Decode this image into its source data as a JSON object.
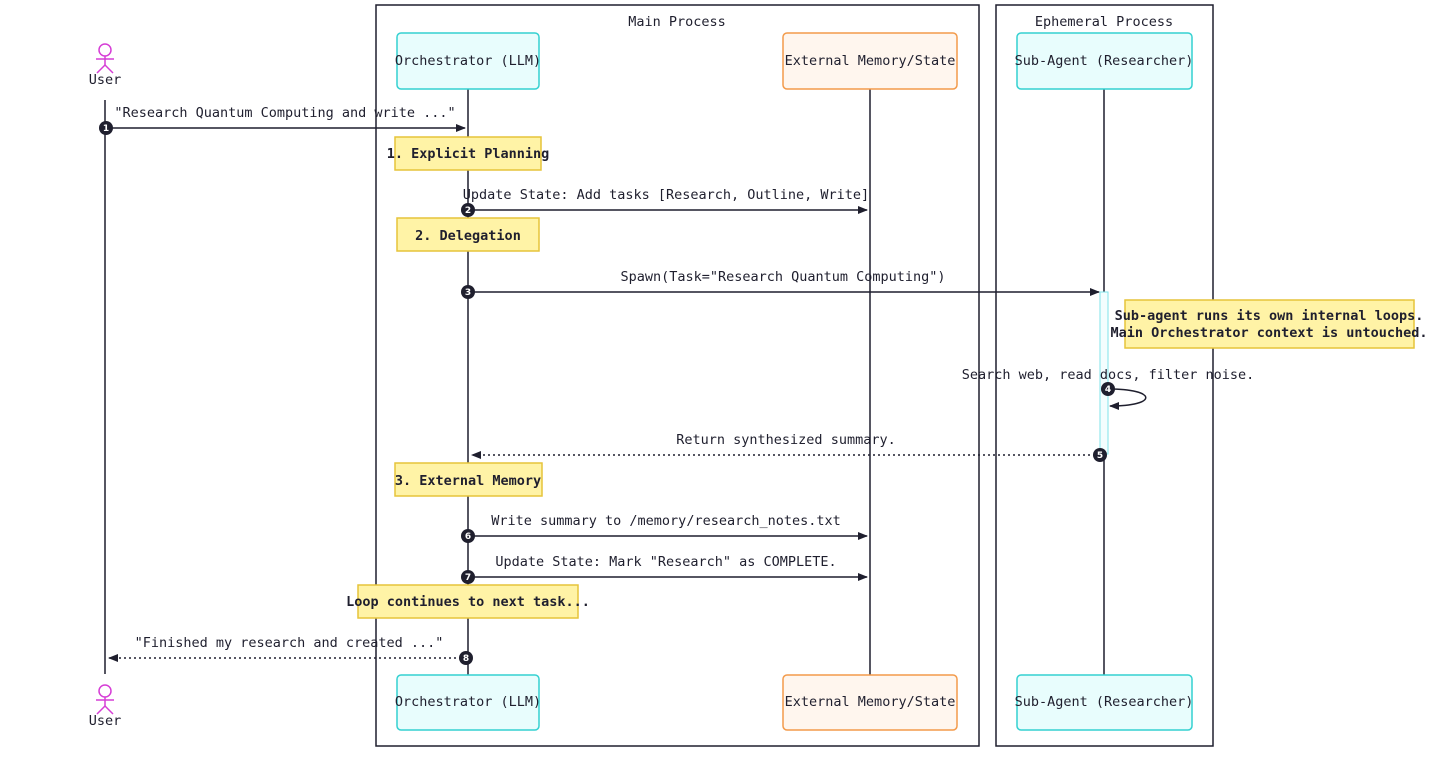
{
  "groups": {
    "main": "Main Process",
    "ephemeral": "Ephemeral Process"
  },
  "participants": {
    "user": "User",
    "orchestrator": "Orchestrator (LLM)",
    "memory": "External Memory/State",
    "subagent": "Sub-Agent (Researcher)"
  },
  "messages": [
    {
      "num": "1",
      "text": "\"Research Quantum Computing and write ...\""
    },
    {
      "num": "2",
      "text": "Update State: Add tasks [Research, Outline, Write]"
    },
    {
      "num": "3",
      "text": "Spawn(Task=\"Research Quantum Computing\")"
    },
    {
      "num": "4",
      "text": "Search web, read docs, filter noise."
    },
    {
      "num": "5",
      "text": "Return synthesized summary."
    },
    {
      "num": "6",
      "text": "Write summary to /memory/research_notes.txt"
    },
    {
      "num": "7",
      "text": "Update State: Mark \"Research\" as COMPLETE."
    },
    {
      "num": "8",
      "text": "\"Finished my research and created ...\""
    }
  ],
  "notes": {
    "planning": "1. Explicit Planning",
    "delegation": "2. Delegation",
    "external_memory": "3. External Memory",
    "loop": "Loop continues to next task...",
    "subagent_line1": "Sub-agent runs its own internal loops.",
    "subagent_line2": "Main Orchestrator context is untouched."
  },
  "colors": {
    "orchestrator_fill": "#e8fdfd",
    "orchestrator_stroke": "#34d1d1",
    "memory_fill": "#fff6ee",
    "memory_stroke": "#f39a4a",
    "note_fill": "#fff3a6",
    "note_stroke": "#e6c43a",
    "actor": "#d63ed6",
    "line": "#1f1f2e"
  }
}
